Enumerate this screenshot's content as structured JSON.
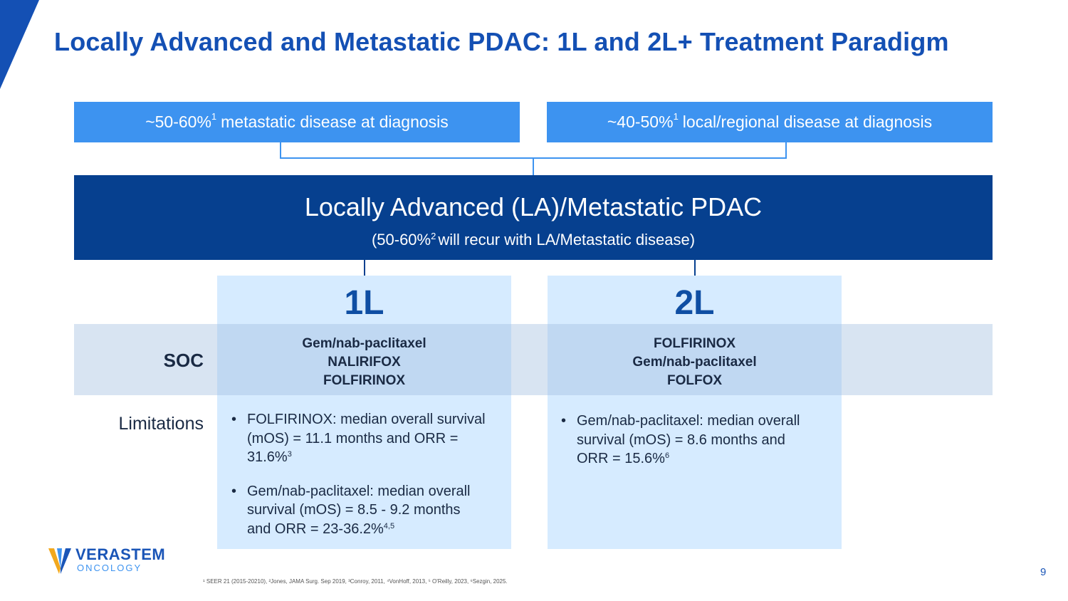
{
  "slide": {
    "title": "Locally Advanced and Metastatic PDAC: 1L and 2L+ Treatment Paradigm",
    "page_number": "9",
    "colors": {
      "title": "#1450b4",
      "top_box": "#3d93f0",
      "banner": "#06408f",
      "column_bg": "#d6ebff",
      "soc_band": "#b6cde8"
    }
  },
  "top_boxes": [
    {
      "pct": "~50-60%",
      "ref": "1",
      "text": "metastatic disease at diagnosis"
    },
    {
      "pct": "~40-50%",
      "ref": "1",
      "text": "local/regional disease at diagnosis"
    }
  ],
  "banner": {
    "title": "Locally Advanced (LA)/Metastatic PDAC",
    "sub_pre": "(50-60%",
    "sub_ref": "2",
    "sub_post": "will recur with LA/Metastatic disease)"
  },
  "columns": [
    {
      "header": "1L",
      "soc": [
        "Gem/nab-paclitaxel",
        "NALIRIFOX",
        "FOLFIRINOX"
      ],
      "limitations": [
        {
          "text": "FOLFIRINOX: median overall survival (mOS) = 11.1 months and ORR = 31.6%",
          "ref": "3"
        },
        {
          "text": "Gem/nab-paclitaxel: median overall survival (mOS) = 8.5 - 9.2 months and ORR = 23-36.2%",
          "ref": "4,5"
        }
      ]
    },
    {
      "header": "2L",
      "soc": [
        "FOLFIRINOX",
        "Gem/nab-paclitaxel",
        "FOLFOX"
      ],
      "limitations": [
        {
          "text": "Gem/nab-paclitaxel: median overall survival (mOS) = 8.6 months and ORR = 15.6%",
          "ref": "6"
        }
      ]
    }
  ],
  "row_labels": {
    "soc": "SOC",
    "limitations": "Limitations"
  },
  "bullet": "•",
  "logo": {
    "name": "VERASTEM",
    "sub": "ONCOLOGY",
    "icon": "verastem-v-icon"
  },
  "footnote": "¹ SEER 21 (2015-20210), ²Jones, JAMA Surg. Sep 2019, ³Conroy, 2011, ⁴VonHoff, 2013, ⁵ O'Reilly, 2023, ⁶Sezgin, 2025."
}
